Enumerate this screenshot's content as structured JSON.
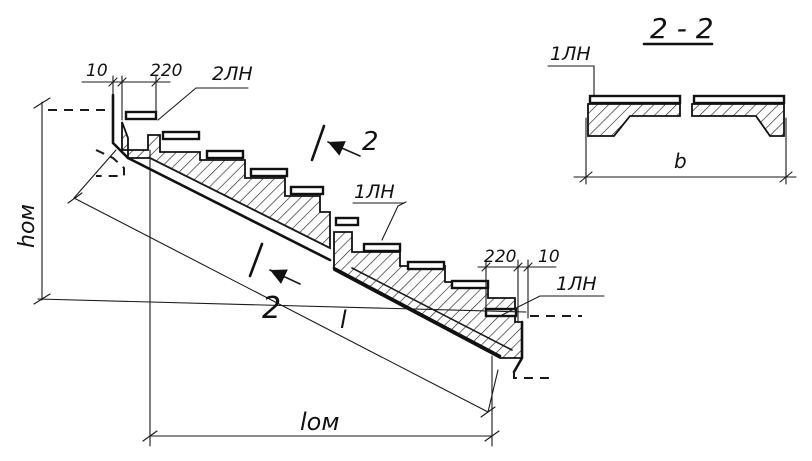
{
  "labels": {
    "section_title": "2 - 2",
    "dim_10_left": "10",
    "dim_220_left": "220",
    "dim_10_right": "10",
    "dim_220_right": "220",
    "lining_2ln": "2ЛН",
    "lining_1ln_mid": "1ЛН",
    "lining_1ln_bottom": "1ЛН",
    "lining_1ln_section": "1ЛН",
    "cut_mark_top": "2",
    "cut_mark_bottom": "2",
    "height_hom": "hом",
    "length_l": "l",
    "length_lom": "lом",
    "width_b": "b"
  },
  "colors": {
    "ink": "#111111",
    "paper": "#ffffff"
  }
}
